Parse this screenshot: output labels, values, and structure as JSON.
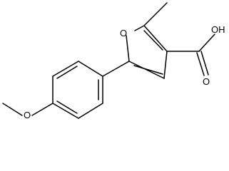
{
  "molecule": {
    "ring_oxygen": "O",
    "carbonyl_oxygen": "O",
    "hydroxyl": "OH",
    "ether_oxygen": "O"
  }
}
